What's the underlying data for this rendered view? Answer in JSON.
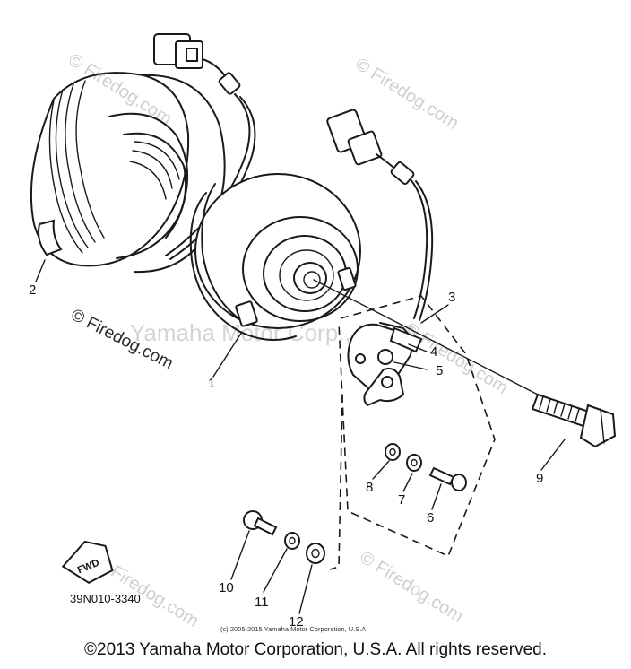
{
  "diagram": {
    "part_numbers": [
      "1",
      "2",
      "3",
      "4",
      "5",
      "6",
      "7",
      "8",
      "9",
      "10",
      "11",
      "12"
    ],
    "fwd_label": "FWD",
    "diagram_code": "39N010-3340",
    "watermarks": {
      "firedog_left": "© Firedog.com",
      "firedog_repeat": "© Firedog.com",
      "yamaha_overlay": "Yamaha Motor Corp., U.S.A.",
      "small_copyright": "(c) 2005-2015 Yamaha Motor Corporation, U.S.A."
    }
  },
  "footer": {
    "copyright": "©2013 Yamaha Motor Corporation, U.S.A. All rights reserved."
  }
}
